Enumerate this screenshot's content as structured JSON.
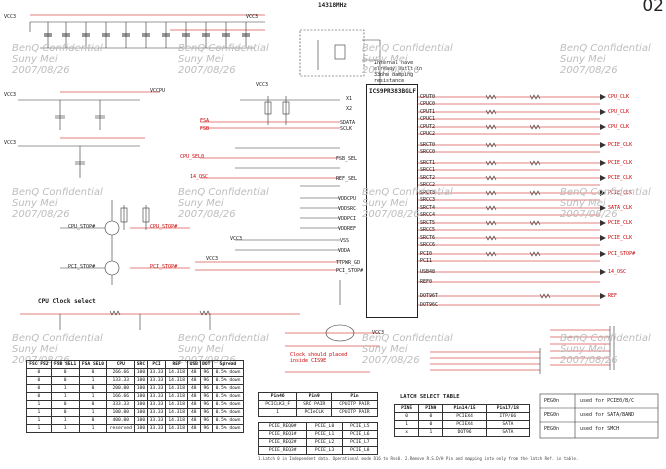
{
  "page_number": "02",
  "freq_title": "14318MHz",
  "chip_name": "ICS9PR383BGLF",
  "crystal_note": [
    "Internal have",
    "already built-in",
    "33ohm damping",
    "resistance"
  ],
  "clock_note": [
    "Clock should placed",
    "inside CIS9E"
  ],
  "cpu_clock_select": "CPU Clock select",
  "latch_select": "LATCH SELECT TABLE",
  "watermark": {
    "line1": "BenQ Confidential",
    "line2": "Suny Mei",
    "line3": "2007/08/26"
  },
  "net_labels": {
    "vcc3": "VCC3",
    "vccpu": "VCCPU",
    "cpuclk": "CPU_CLK",
    "pcie": "PCIE_CLK",
    "osc": "14_OSC",
    "clk_sel": "CPU_SEL0",
    "fsb_a": "FSA",
    "fsb_b": "FSB",
    "pci_stop": "PCI_STOP#",
    "cpu_stop": "CPU_STOP#",
    "sata": "SATA_CLK",
    "ref": "REF"
  },
  "cpu_table": {
    "headers": [
      "FSC\nFS2",
      "FSB\nSEL1",
      "FSA\nSEL0",
      "CPU",
      "SRC",
      "PCI",
      "REF",
      "USB",
      "DOT",
      "Spread"
    ],
    "rows": [
      [
        "0",
        "0",
        "0",
        "266.66",
        "100",
        "33.33",
        "14.318",
        "48",
        "96",
        "0.5% down"
      ],
      [
        "0",
        "0",
        "1",
        "133.33",
        "100",
        "33.33",
        "14.318",
        "48",
        "96",
        "0.5% down"
      ],
      [
        "0",
        "1",
        "0",
        "200.00",
        "100",
        "33.33",
        "14.318",
        "48",
        "96",
        "0.5% down"
      ],
      [
        "0",
        "1",
        "1",
        "166.66",
        "100",
        "33.33",
        "14.318",
        "48",
        "96",
        "0.5% down"
      ],
      [
        "1",
        "0",
        "0",
        "333.33",
        "100",
        "33.33",
        "14.318",
        "48",
        "96",
        "0.5% down"
      ],
      [
        "1",
        "0",
        "1",
        "100.00",
        "100",
        "33.33",
        "14.318",
        "48",
        "96",
        "0.5% down"
      ],
      [
        "1",
        "1",
        "0",
        "400.00",
        "100",
        "33.33",
        "14.318",
        "48",
        "96",
        "0.5% down"
      ],
      [
        "1",
        "1",
        "1",
        "reserved",
        "100",
        "33.33",
        "14.318",
        "48",
        "96",
        "0.5% down"
      ]
    ]
  },
  "pin_table": {
    "headers": [
      "Pin46",
      "Pin9",
      "Pin"
    ],
    "rows": [
      [
        "PCICLK3_F",
        "SRC PAIR",
        "CPUITP PAIR"
      ],
      [
        "1",
        "PCIeCLK",
        "CPUITP PAIR"
      ]
    ]
  },
  "pcie_table": {
    "rows": [
      [
        "PCIE_REQ0#",
        "PCIE_L0",
        "PCIE_L5"
      ],
      [
        "PCIE_REQ1#",
        "PCIE_L1",
        "PCIE_L6"
      ],
      [
        "PCIE_REQ2#",
        "PCIE_L2",
        "PCIE_L7"
      ],
      [
        "PCIE_REQ3#",
        "PCIE_L3",
        "PCIE_L8"
      ]
    ]
  },
  "latch_table": {
    "headers": [
      "PIN5",
      "PIN9",
      "Pin14/15",
      "Pin17/18"
    ],
    "rows": [
      [
        "0",
        "0",
        "PCIEX4",
        "ITP/66"
      ],
      [
        "1",
        "0",
        "PCIEX4",
        "SATA"
      ],
      [
        "x",
        "1",
        "DOT96",
        "SATA"
      ]
    ]
  },
  "legend_box": [
    [
      "PEG0n",
      "used for PCIE0/B/C"
    ],
    [
      "PEG0n",
      "used for SATA/BAND"
    ],
    [
      "PEG0n",
      "used for SMCH"
    ]
  ],
  "footnote": "1.Latch 0 in Independent data. Operational mode D16 to Rvs0.  2.Remove R.S.D/H Pin and mapping into only from the latch Ref. in table."
}
